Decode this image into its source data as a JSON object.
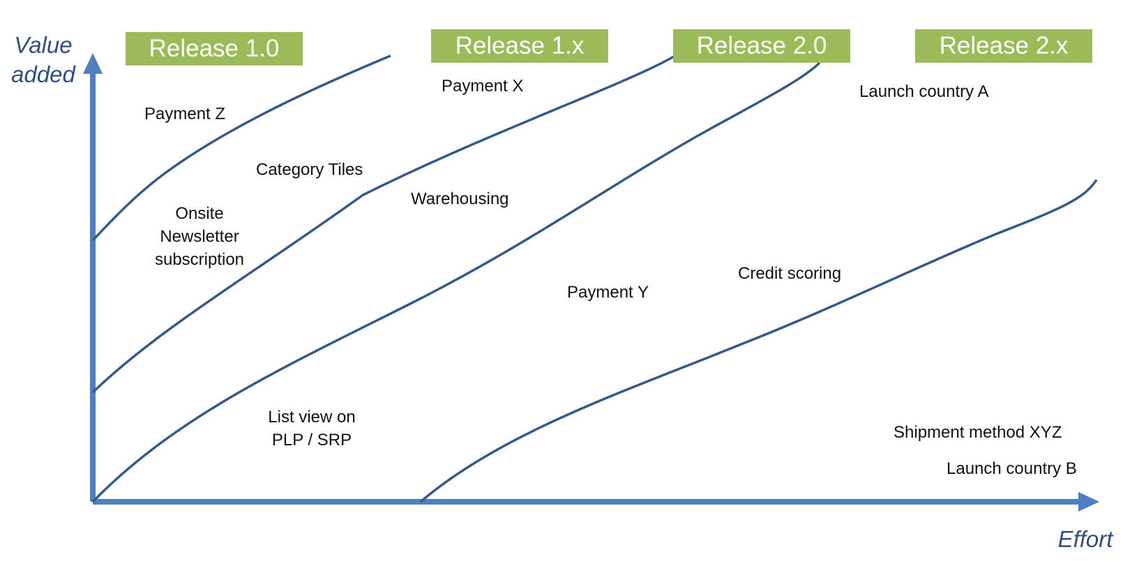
{
  "colors": {
    "axis": "#4f7fbf",
    "curve": "#355b85",
    "badge": "#9bbb59",
    "badge_text": "#ffffff",
    "axis_label": "#2f4f7f",
    "feature_text": "#111111"
  },
  "axes": {
    "y_label_line1": "Value",
    "y_label_line2": "added",
    "x_label": "Effort"
  },
  "releases": [
    {
      "label": "Release 1.0"
    },
    {
      "label": "Release 1.x"
    },
    {
      "label": "Release 2.0"
    },
    {
      "label": "Release 2.x"
    }
  ],
  "features": {
    "payment_z": "Payment Z",
    "payment_x": "Payment X",
    "launch_country_a": "Launch country A",
    "category_tiles": "Category Tiles",
    "warehousing": "Warehousing",
    "onsite_newsletter_line1": "Onsite",
    "onsite_newsletter_line2": "Newsletter",
    "onsite_newsletter_line3": "subscription",
    "credit_scoring": "Credit scoring",
    "payment_y": "Payment Y",
    "list_view_line1": "List view on",
    "list_view_line2": "PLP / SRP",
    "shipment_method": "Shipment method XYZ",
    "launch_country_b": "Launch country B"
  }
}
